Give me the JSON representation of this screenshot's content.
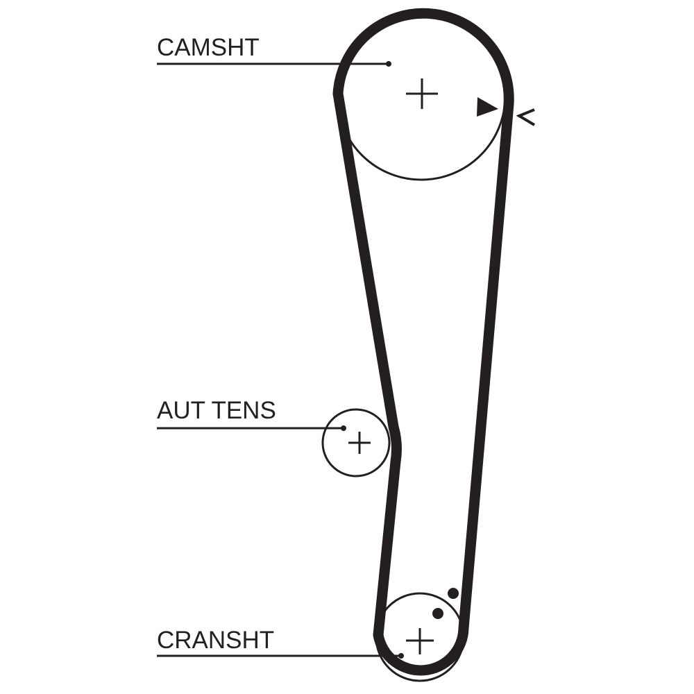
{
  "diagram": {
    "labels": {
      "camshaft": "CAMSHT",
      "tensioner": "AUT TENS",
      "crankshaft": "CRANSHT"
    },
    "colors": {
      "ink": "#231f20",
      "background": "#ffffff"
    }
  }
}
